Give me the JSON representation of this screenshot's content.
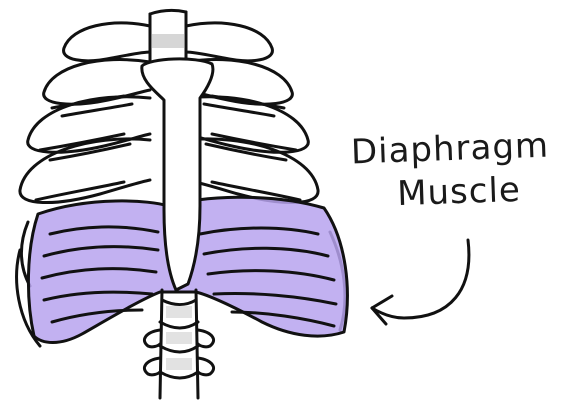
{
  "diagram": {
    "label_line1": "Diaphragm",
    "label_line2": "Muscle",
    "colors": {
      "ink": "#111111",
      "diaphragm_fill": "#b7a3ee",
      "diaphragm_fill_light": "#cdbef5",
      "bone_shade": "#d6d6d6",
      "background": "#ffffff"
    },
    "parts": [
      "rib-cage",
      "sternum",
      "spine",
      "diaphragm",
      "pointer-arrow"
    ]
  }
}
